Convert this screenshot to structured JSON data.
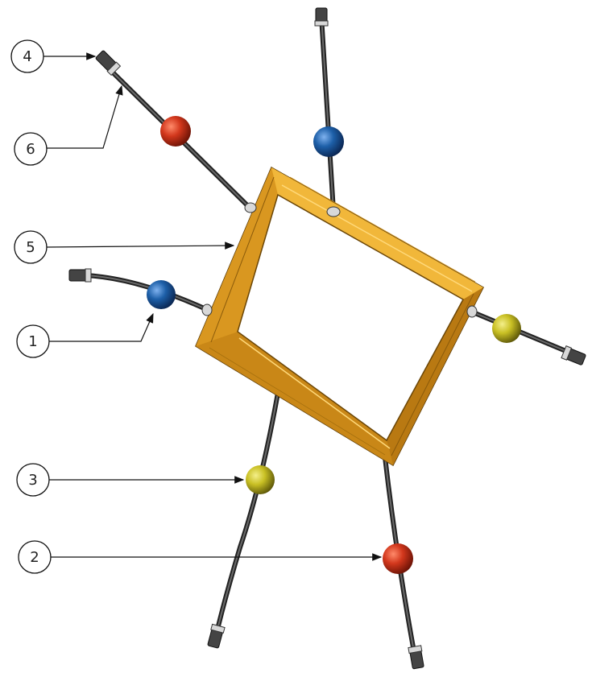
{
  "balloons": [
    {
      "id": "4",
      "label": "4"
    },
    {
      "id": "6",
      "label": "6"
    },
    {
      "id": "5",
      "label": "5"
    },
    {
      "id": "1",
      "label": "1"
    },
    {
      "id": "3",
      "label": "3"
    },
    {
      "id": "2",
      "label": "2"
    }
  ],
  "colors": {
    "frame_main": "#e0a021",
    "frame_dark": "#a86d0e",
    "frame_light": "#f6c34a",
    "rod": "#3a3a3a",
    "ball_red": "#d2371c",
    "ball_blue": "#1d5fa8",
    "ball_yellow": "#c9c024",
    "fitting": "#cfcfcf"
  }
}
